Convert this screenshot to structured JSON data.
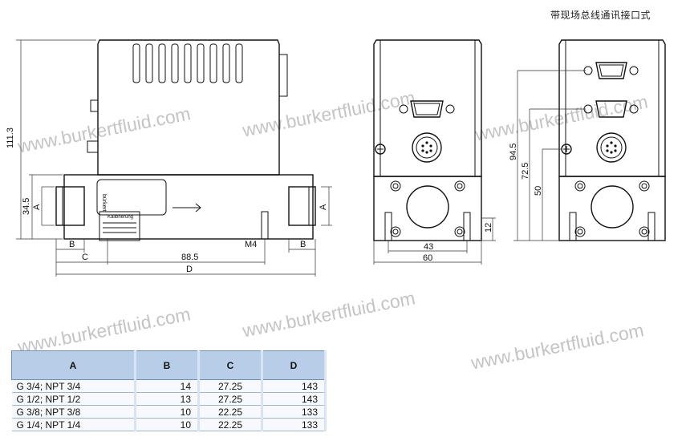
{
  "caption": "带现场总线通讯接口式",
  "watermark": "www.burkertfluid.com",
  "side_view": {
    "overall_height": "111.3",
    "port_height": "34.5",
    "port_label": "A",
    "dim_b": "B",
    "dim_c": "C",
    "dim_d": "D",
    "dim_length": "88.5",
    "thread": "M4",
    "plate_brand": "bürkert",
    "plate_line1": "Kalibrierung"
  },
  "front_view": {
    "width_outer": "60",
    "width_inner": "43",
    "bottom_offset": "12"
  },
  "bus_view": {
    "h1": "94.5",
    "h2": "72.5",
    "h3": "50"
  },
  "table": {
    "headers": [
      "A",
      "B",
      "C",
      "D"
    ],
    "rows": [
      [
        "G 3/4; NPT 3/4",
        "14",
        "27.25",
        "143"
      ],
      [
        "G 1/2; NPT 1/2",
        "13",
        "27.25",
        "143"
      ],
      [
        "G 3/8; NPT 3/8",
        "10",
        "22.25",
        "133"
      ],
      [
        "G 1/4; NPT 1/4",
        "10",
        "22.25",
        "133"
      ]
    ]
  }
}
